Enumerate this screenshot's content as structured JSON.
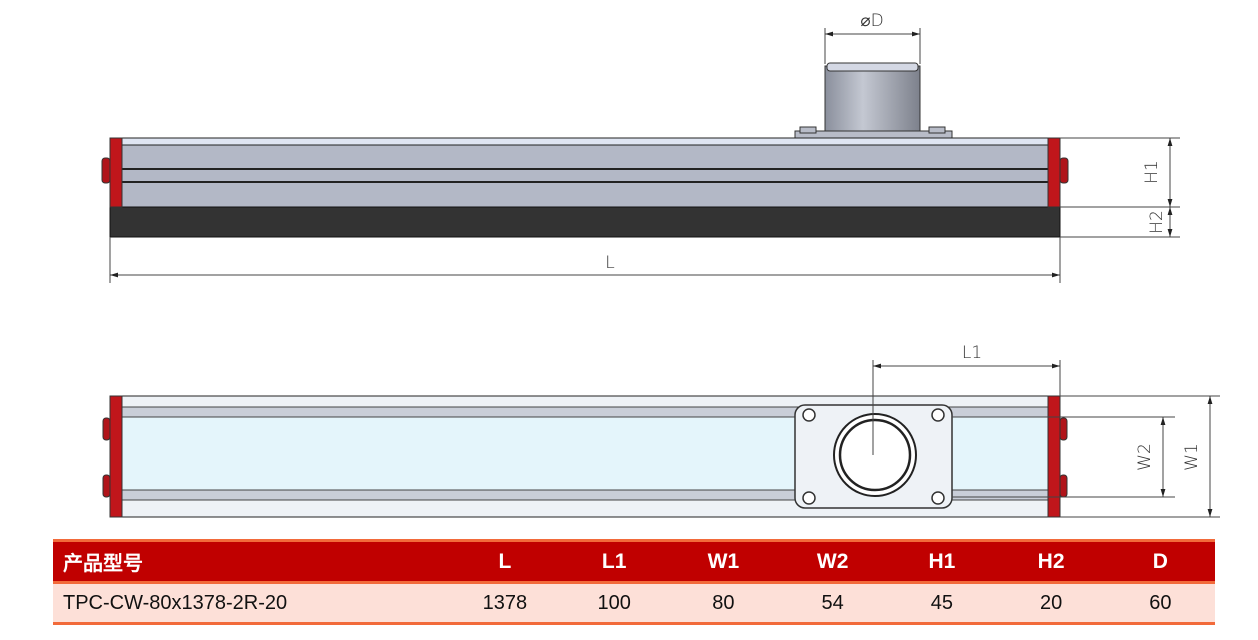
{
  "drawing": {
    "labels": {
      "diameter": "⌀D",
      "length": "L",
      "h1": "H1",
      "h2": "H2",
      "l1": "L1",
      "w1": "W1",
      "w2": "W2"
    },
    "colors": {
      "end_cap": "#c0161b",
      "body": "#b3b8c6",
      "base": "#333333"
    }
  },
  "table": {
    "headers": [
      "产品型号",
      "L",
      "L1",
      "W1",
      "W2",
      "H1",
      "H2",
      "D"
    ],
    "rows": [
      [
        "TPC-CW-80x1378-2R-20",
        "1378",
        "100",
        "80",
        "54",
        "45",
        "20",
        "60"
      ]
    ],
    "colors": {
      "header_bg": "#c00000",
      "row_bg": "#fde0d8",
      "rule": "#f26a3a"
    }
  }
}
